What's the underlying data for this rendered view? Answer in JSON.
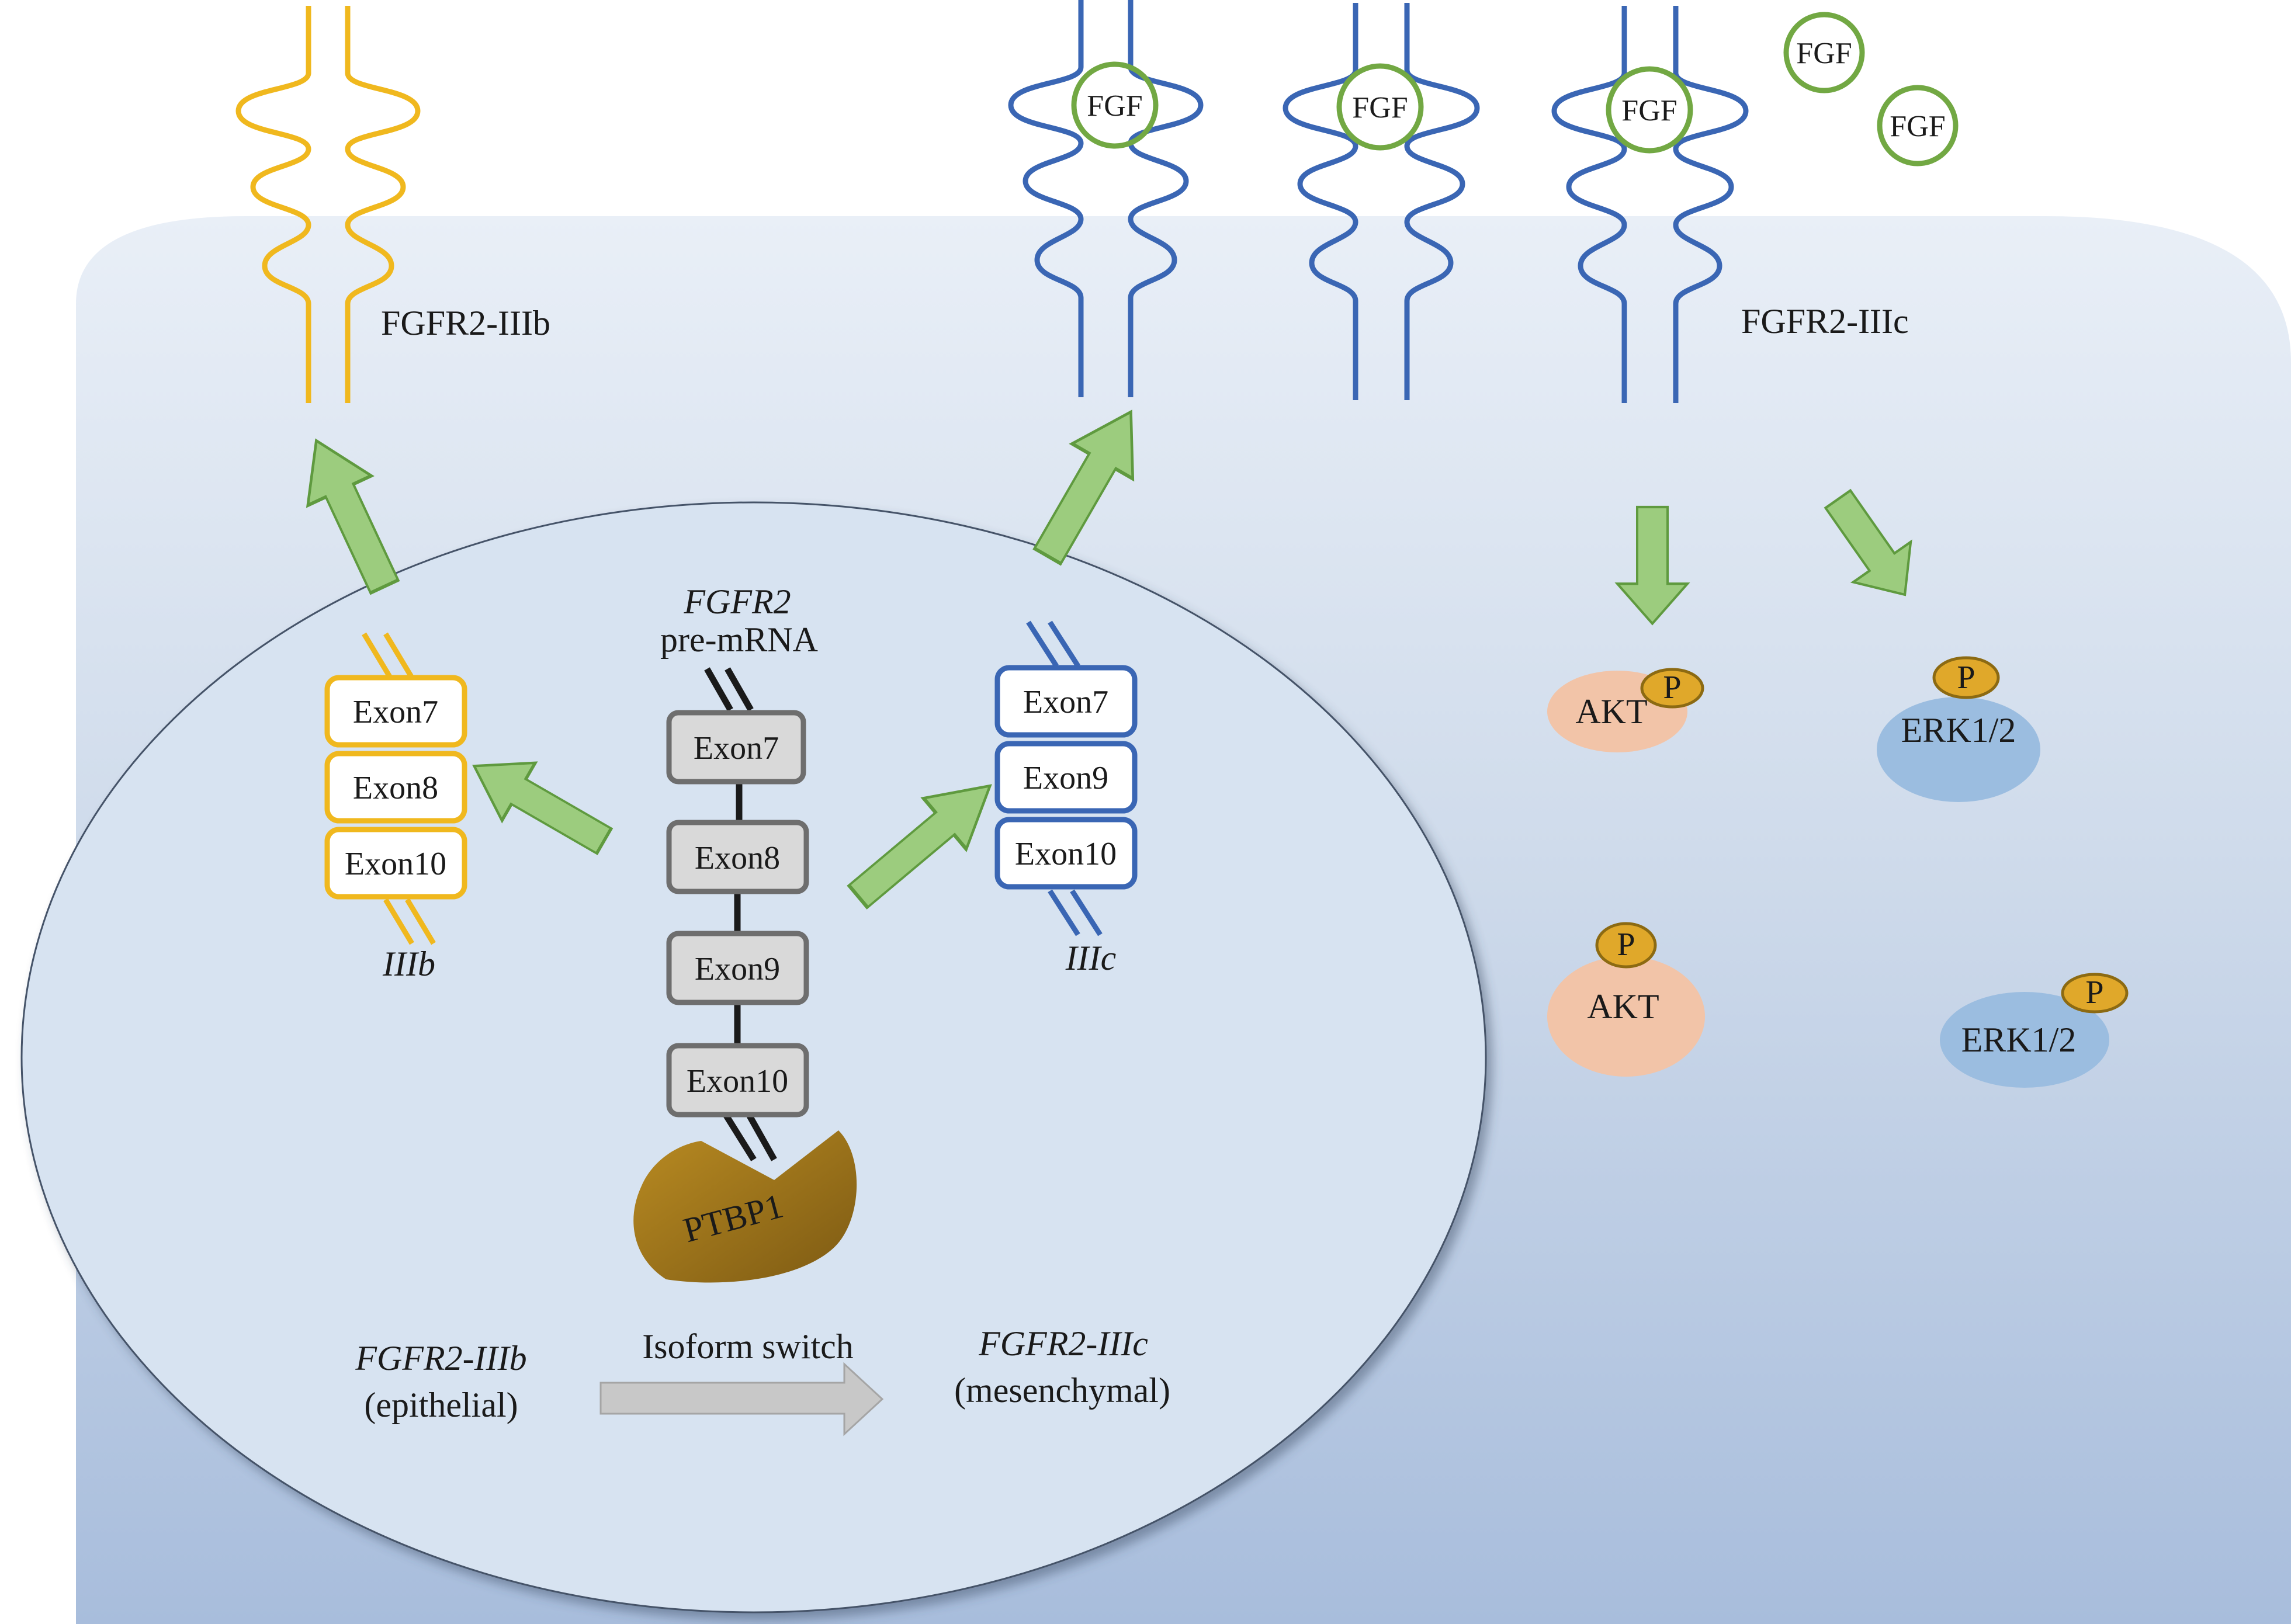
{
  "receptors": {
    "iiib_label": "FGFR2-IIIb",
    "iiic_label": "FGFR2-IIIc"
  },
  "ligand": {
    "label": "FGF"
  },
  "pre_mrna": {
    "gene": "FGFR2",
    "type": "pre-mRNA",
    "exons": [
      "Exon7",
      "Exon8",
      "Exon9",
      "Exon10"
    ]
  },
  "iiib_transcript": {
    "exons": [
      "Exon7",
      "Exon8",
      "Exon10"
    ],
    "label": "IIIb"
  },
  "iiic_transcript": {
    "exons": [
      "Exon7",
      "Exon9",
      "Exon10"
    ],
    "label": "IIIc"
  },
  "splicing_factor": {
    "label": "PTBP1"
  },
  "isoform_switch": {
    "from_name": "FGFR2-IIIb",
    "from_type": "(epithelial)",
    "arrow_label": "Isoform switch",
    "to_name": "FGFR2-IIIc",
    "to_type": "(mesenchymal)"
  },
  "signaling": {
    "akt": "AKT",
    "erk": "ERK1/2",
    "phospho": "P"
  },
  "colors": {
    "iiib": "#f0b81e",
    "iiic": "#3a66b4",
    "fgf": "#72a843",
    "arrow": "#9ccc7e",
    "ptbp1": "#a77b1d",
    "akt": "#f2c4a8",
    "erk": "#9bbde0",
    "phospho": "#e0a82a"
  }
}
